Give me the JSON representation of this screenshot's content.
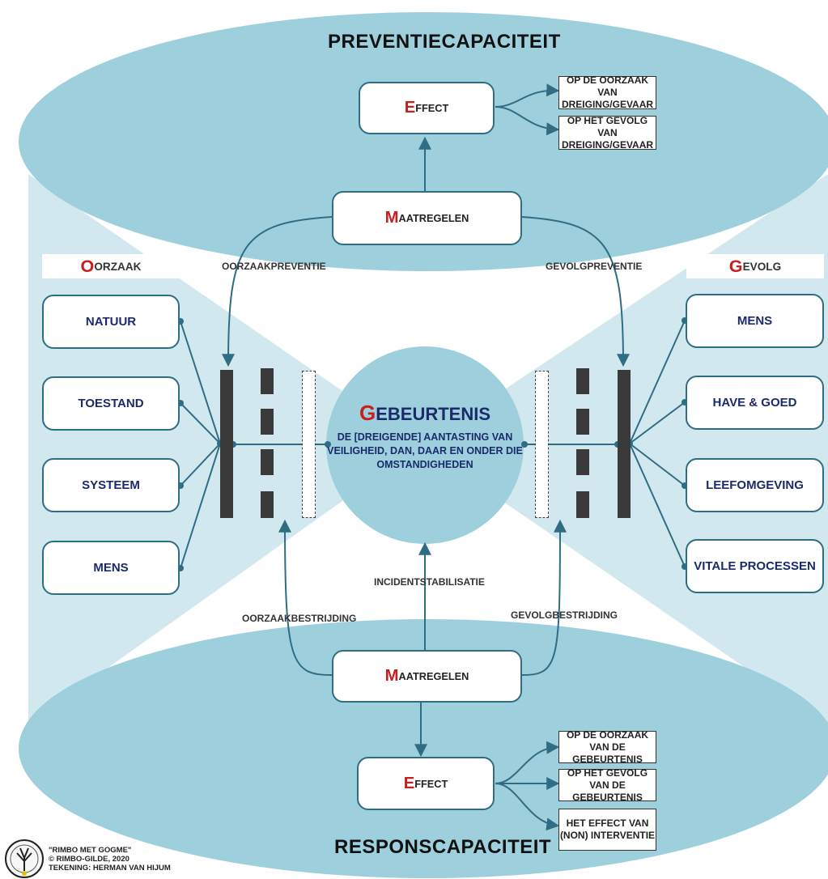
{
  "top": {
    "title": "PREVENTIECAPACITEIT",
    "effect_first": "E",
    "effect_rest": "FFECT",
    "maatregelen_first": "M",
    "maatregelen_rest": "AATREGELEN",
    "effect_targets": [
      "OP DE OORZAAK VAN DREIGING/GEVAAR",
      "OP HET GEVOLG VAN DREIGING/GEVAAR"
    ],
    "left_arrow_label": "OORZAAKPREVENTIE",
    "right_arrow_label": "GEVOLGPREVENTIE"
  },
  "left": {
    "header_first": "O",
    "header_rest": "ORZAAK",
    "items": [
      "NATUUR",
      "TOESTAND",
      "SYSTEEM",
      "MENS"
    ]
  },
  "right": {
    "header_first": "G",
    "header_rest": "EVOLG",
    "items": [
      "MENS",
      "HAVE & GOED",
      "LEEFOMGEVING",
      "VITALE PROCESSEN"
    ]
  },
  "center": {
    "title_first": "G",
    "title_rest": "EBEURTENIS",
    "description": "DE [DREIGENDE] AANTASTING VAN VEILIGHEID, DAN, DAAR EN ONDER DIE OMSTANDIGHEDEN"
  },
  "bottom": {
    "title": "RESPONSCAPACITEIT",
    "maatregelen_first": "M",
    "maatregelen_rest": "AATREGELEN",
    "effect_first": "E",
    "effect_rest": "FFECT",
    "effect_targets": [
      "OP DE OORZAAK VAN DE GEBEURTENIS",
      "OP HET GEVOLG VAN DE GEBEURTENIS",
      "HET EFFECT VAN (NON) INTERVENTIE"
    ],
    "left_arrow_label": "OORZAAKBESTRIJDING",
    "center_arrow_label": "INCIDENTSTABILISATIE",
    "right_arrow_label": "GEVOLGBESTRIJDING"
  },
  "credits": {
    "line1": "\"RIMBO MET GOGME\"",
    "line2": "© RIMBO-GILDE, 2020",
    "line3": "TEKENING: HERMAN VAN HIJUM"
  },
  "colors": {
    "ellipse": "#9dd0dc",
    "light": "#d2e8ef",
    "line": "#2f6d84",
    "accent": "#c81e1e",
    "text_blue": "#1b2a6b"
  }
}
